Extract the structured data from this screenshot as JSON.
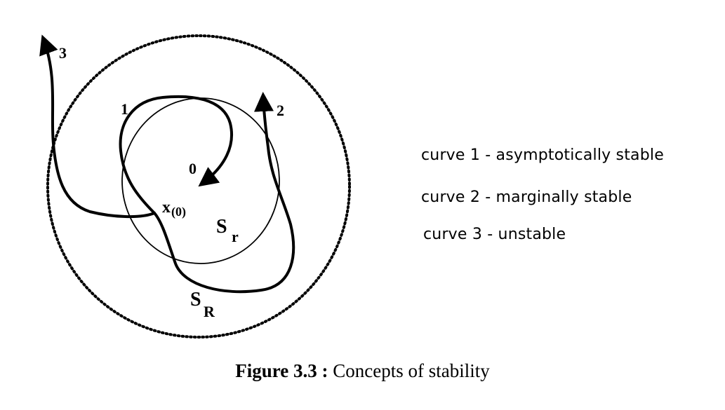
{
  "diagram": {
    "curve_labels": {
      "c1": "1",
      "c2": "2",
      "c3": "3"
    },
    "origin_label": "0",
    "start_point_label": "x",
    "start_point_subscript": "(0)",
    "inner_region_label": "S",
    "inner_region_subscript": "r",
    "outer_region_label": "S",
    "outer_region_subscript": "R"
  },
  "legend": {
    "items": [
      "curve 1 - asymptotically stable",
      "curve 2 - marginally stable",
      "curve 3 - unstable"
    ]
  },
  "caption": {
    "number": "Figure 3.3 :",
    "text": " Concepts of stability"
  }
}
